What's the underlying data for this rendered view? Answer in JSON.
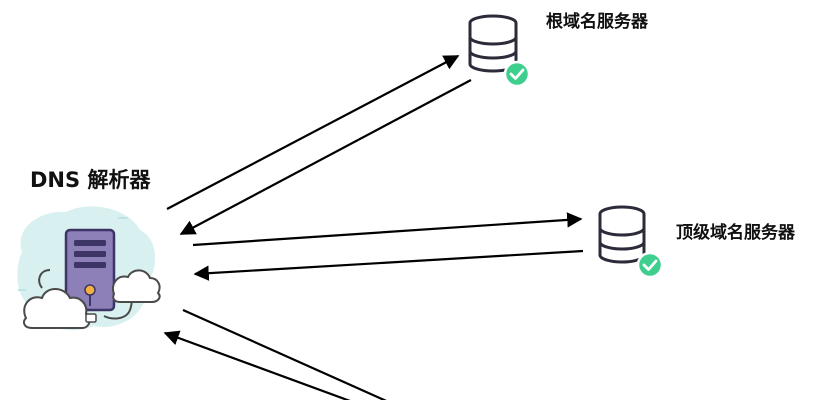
{
  "resolver": {
    "label": "DNS 解析器",
    "icon": "server-cloud-icon"
  },
  "servers": [
    {
      "id": "root",
      "label": "根域名服务器",
      "icon": "database-icon",
      "status_icon": "check-circle-icon"
    },
    {
      "id": "tld",
      "label": "顶级域名服务器",
      "icon": "database-icon",
      "status_icon": "check-circle-icon"
    }
  ],
  "colors": {
    "arrow": "#000000",
    "database_stroke": "#2b2b3a",
    "check": "#3ecf8e",
    "server_body": "#8d7fb8",
    "server_dark": "#3d3566",
    "cloud_fill": "#ffffff",
    "cloud_stroke": "#4a4a4a",
    "blob": "#d8f0ef",
    "connector_dot": "#f4b23c"
  }
}
